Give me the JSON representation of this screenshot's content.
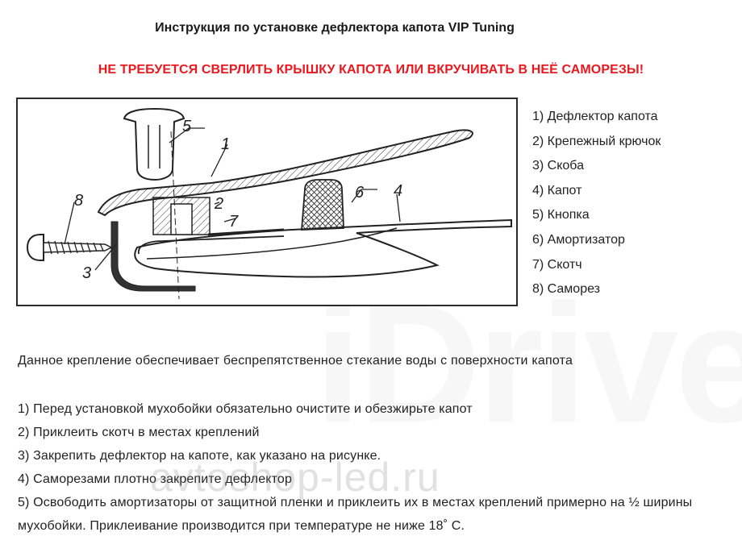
{
  "title": "Инструкция  по установке дефлектора капота VIP Tuning",
  "warning": "НЕ ТРЕБУЕТСЯ СВЕРЛИТЬ КРЫШКУ КАПОТА ИЛИ ВКРУЧИВАТЬ В НЕЁ САМОРЕЗЫ!",
  "diagram": {
    "callouts": [
      "1",
      "2",
      "3",
      "4",
      "5",
      "6",
      "7",
      "8"
    ]
  },
  "legend": [
    "1) Дефлектор капота",
    "2) Крепежный крючок",
    "3) Скоба",
    "4) Капот",
    "5) Кнопка",
    "6) Амортизатор",
    "7) Скотч",
    "8) Саморез"
  ],
  "intro": "Данное крепление обеспечивает беспрепятственное стекание воды с поверхности капота",
  "steps": [
    "1) Перед установкой мухобойки обязательно очистите и обезжирьте капот",
    "2) Приклеить скотч в местах креплений",
    "3) Закрепить дефлектор на капоте, как указано на рисунке.",
    "4) Саморезами плотно закрепите дефлектор",
    "5) Освободить амортизаторы от защитной пленки и приклеить их в местах креплений примерно на ½ ширины мухобойки. Приклеивание производится при температуре не ниже 18˚ С."
  ],
  "watermarks": {
    "site": "avtoshop-led.ru",
    "brand": "iDriver"
  }
}
